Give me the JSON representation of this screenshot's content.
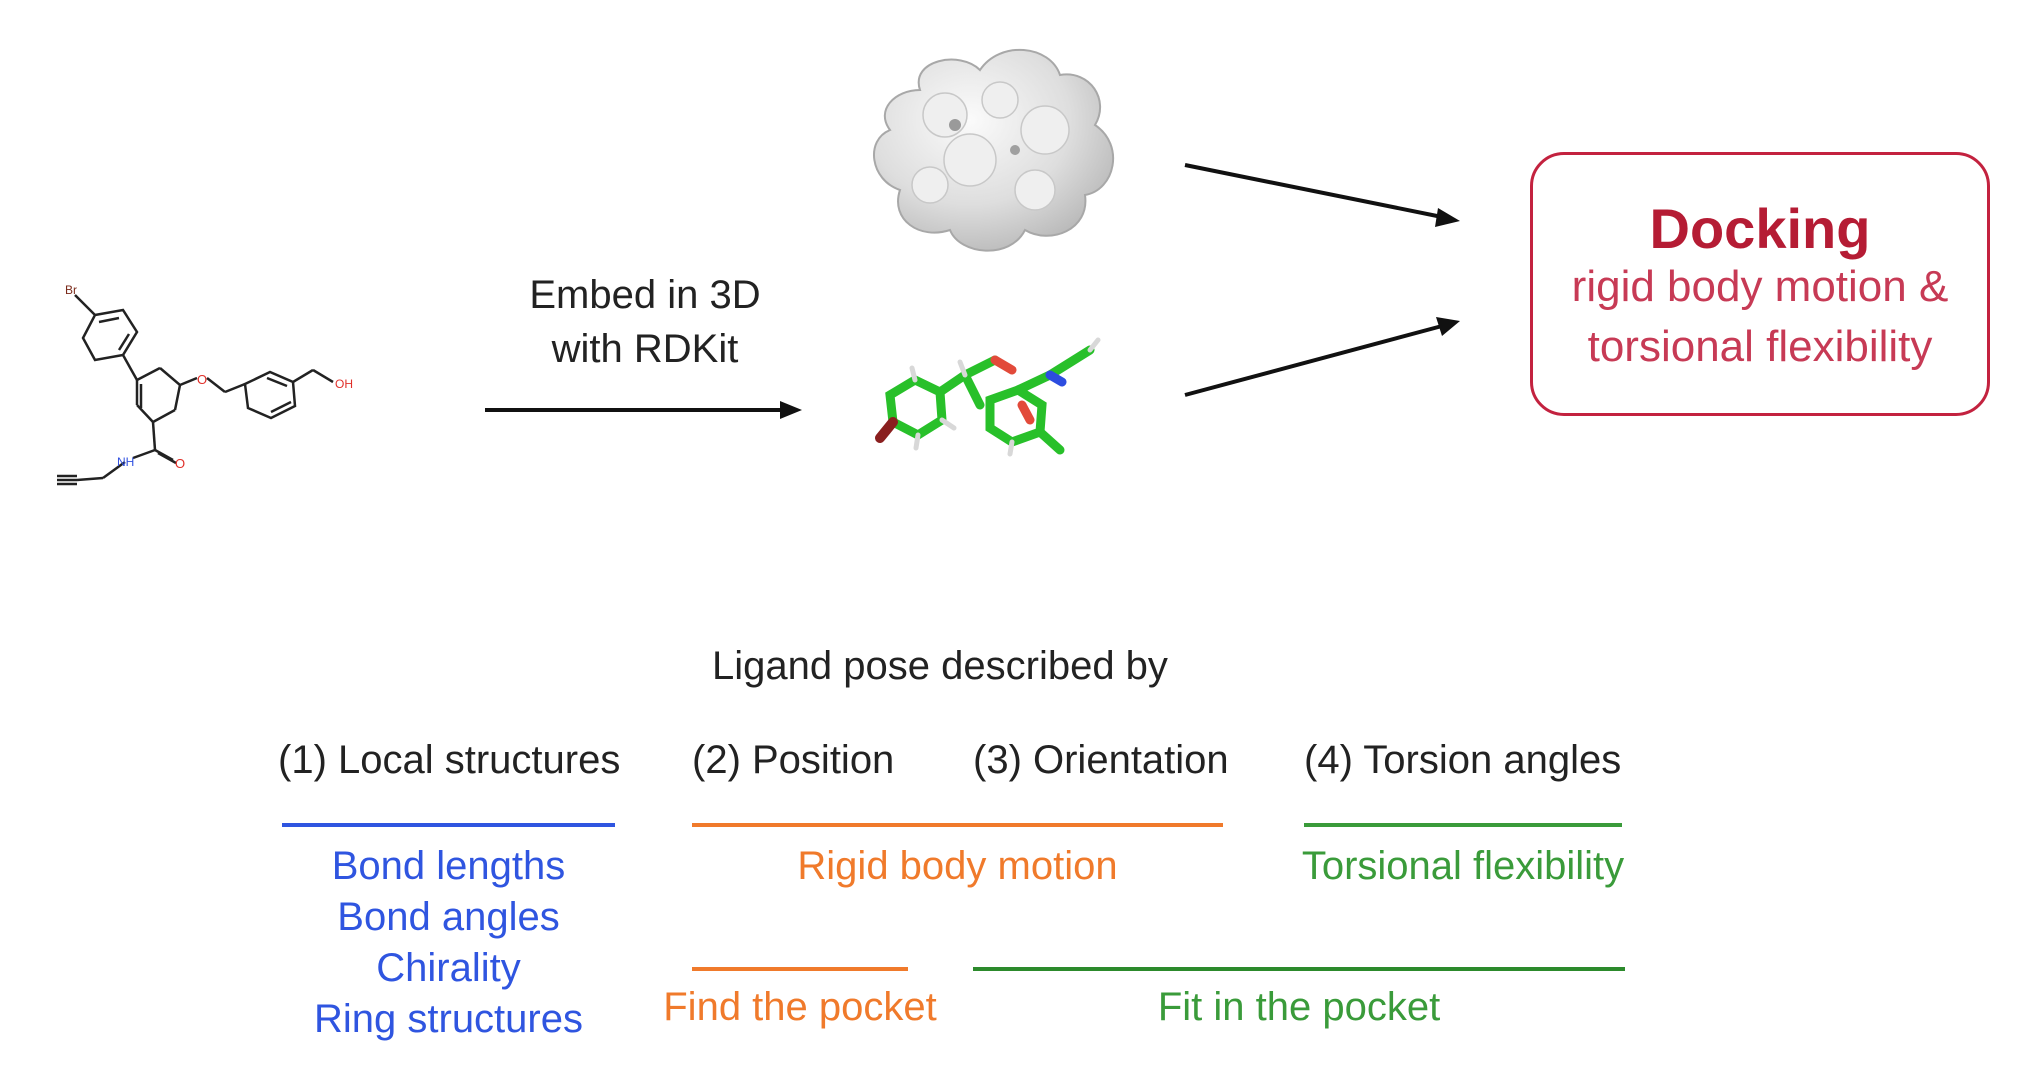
{
  "embed": {
    "line1": "Embed in 3D",
    "line2": "with RDKit"
  },
  "docking": {
    "title": "Docking",
    "line1": "rigid body motion &",
    "line2": "torsional flexibility"
  },
  "pose_heading": "Ligand pose described by",
  "columns": {
    "local": "(1) Local structures",
    "position": "(2) Position",
    "orientation": "(3) Orientation",
    "torsion": "(4) Torsion angles"
  },
  "groups": {
    "local_items": [
      "Bond lengths",
      "Bond angles",
      "Chirality",
      "Ring structures"
    ],
    "rigid": "Rigid body motion",
    "torsional": "Torsional flexibility",
    "find_pocket": "Find the pocket",
    "fit_pocket": "Fit in the pocket"
  },
  "molecule_atoms": {
    "br": "Br",
    "o": "O",
    "oh": "OH",
    "nh": "NH"
  },
  "colors": {
    "local": "#2f55e0",
    "rigid": "#f07a2b",
    "torsional": "#3a9b3a",
    "docking": "#b51c34"
  }
}
